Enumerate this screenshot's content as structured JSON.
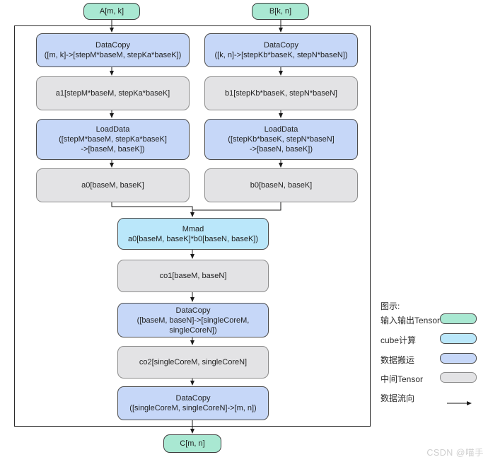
{
  "nodes": {
    "a_input": {
      "label": "A[m, k]"
    },
    "b_input": {
      "label": "B[k, n]"
    },
    "a_datacopy": {
      "line1": "DataCopy",
      "line2": "([m, k]->[stepM*baseM, stepKa*baseK])"
    },
    "a1": {
      "label": "a1[stepM*baseM, stepKa*baseK]"
    },
    "a_loaddata": {
      "line1": "LoadData",
      "line2": "([stepM*baseM, stepKa*baseK]",
      "line3": "->[baseM, baseK])"
    },
    "a0": {
      "label": "a0[baseM, baseK]"
    },
    "b_datacopy": {
      "line1": "DataCopy",
      "line2": "([k, n]->[stepKb*baseK, stepN*baseN])"
    },
    "b1": {
      "label": "b1[stepKb*baseK, stepN*baseN]"
    },
    "b_loaddata": {
      "line1": "LoadData",
      "line2": "([stepKb*baseK, stepN*baseN]",
      "line3": "->[baseN, baseK])"
    },
    "b0": {
      "label": "b0[baseN, baseK]"
    },
    "mmad": {
      "line1": "Mmad",
      "line2": "a0[baseM, baseK]*b0[baseN, baseK])"
    },
    "co1": {
      "label": "co1[baseM, baseN]"
    },
    "c_datacopy1": {
      "line1": "DataCopy",
      "line2": "([baseM, baseN]->[singleCoreM,",
      "line3": "singleCoreN])"
    },
    "co2": {
      "label": "co2[singleCoreM, singleCoreN]"
    },
    "c_datacopy2": {
      "line1": "DataCopy",
      "line2": "([singleCoreM, singleCoreN]->[m, n])"
    },
    "c_output": {
      "label": "C[m, n]"
    }
  },
  "legend": {
    "title": "图示:",
    "items": [
      {
        "label": "输入输出Tensor",
        "swatch": "green"
      },
      {
        "label": "cube计算",
        "swatch": "cyan"
      },
      {
        "label": "数据搬运",
        "swatch": "blue"
      },
      {
        "label": "中间Tensor",
        "swatch": "gray"
      },
      {
        "label": "数据流向",
        "swatch": "arrow"
      }
    ]
  },
  "watermark": "CSDN @喵手",
  "colors": {
    "input_output_tensor": "#a9e8d2",
    "cube_compute": "#bae7fa",
    "data_move": "#c6d7f8",
    "intermediate_tensor": "#e3e3e5",
    "line": "#1a1a1a"
  }
}
